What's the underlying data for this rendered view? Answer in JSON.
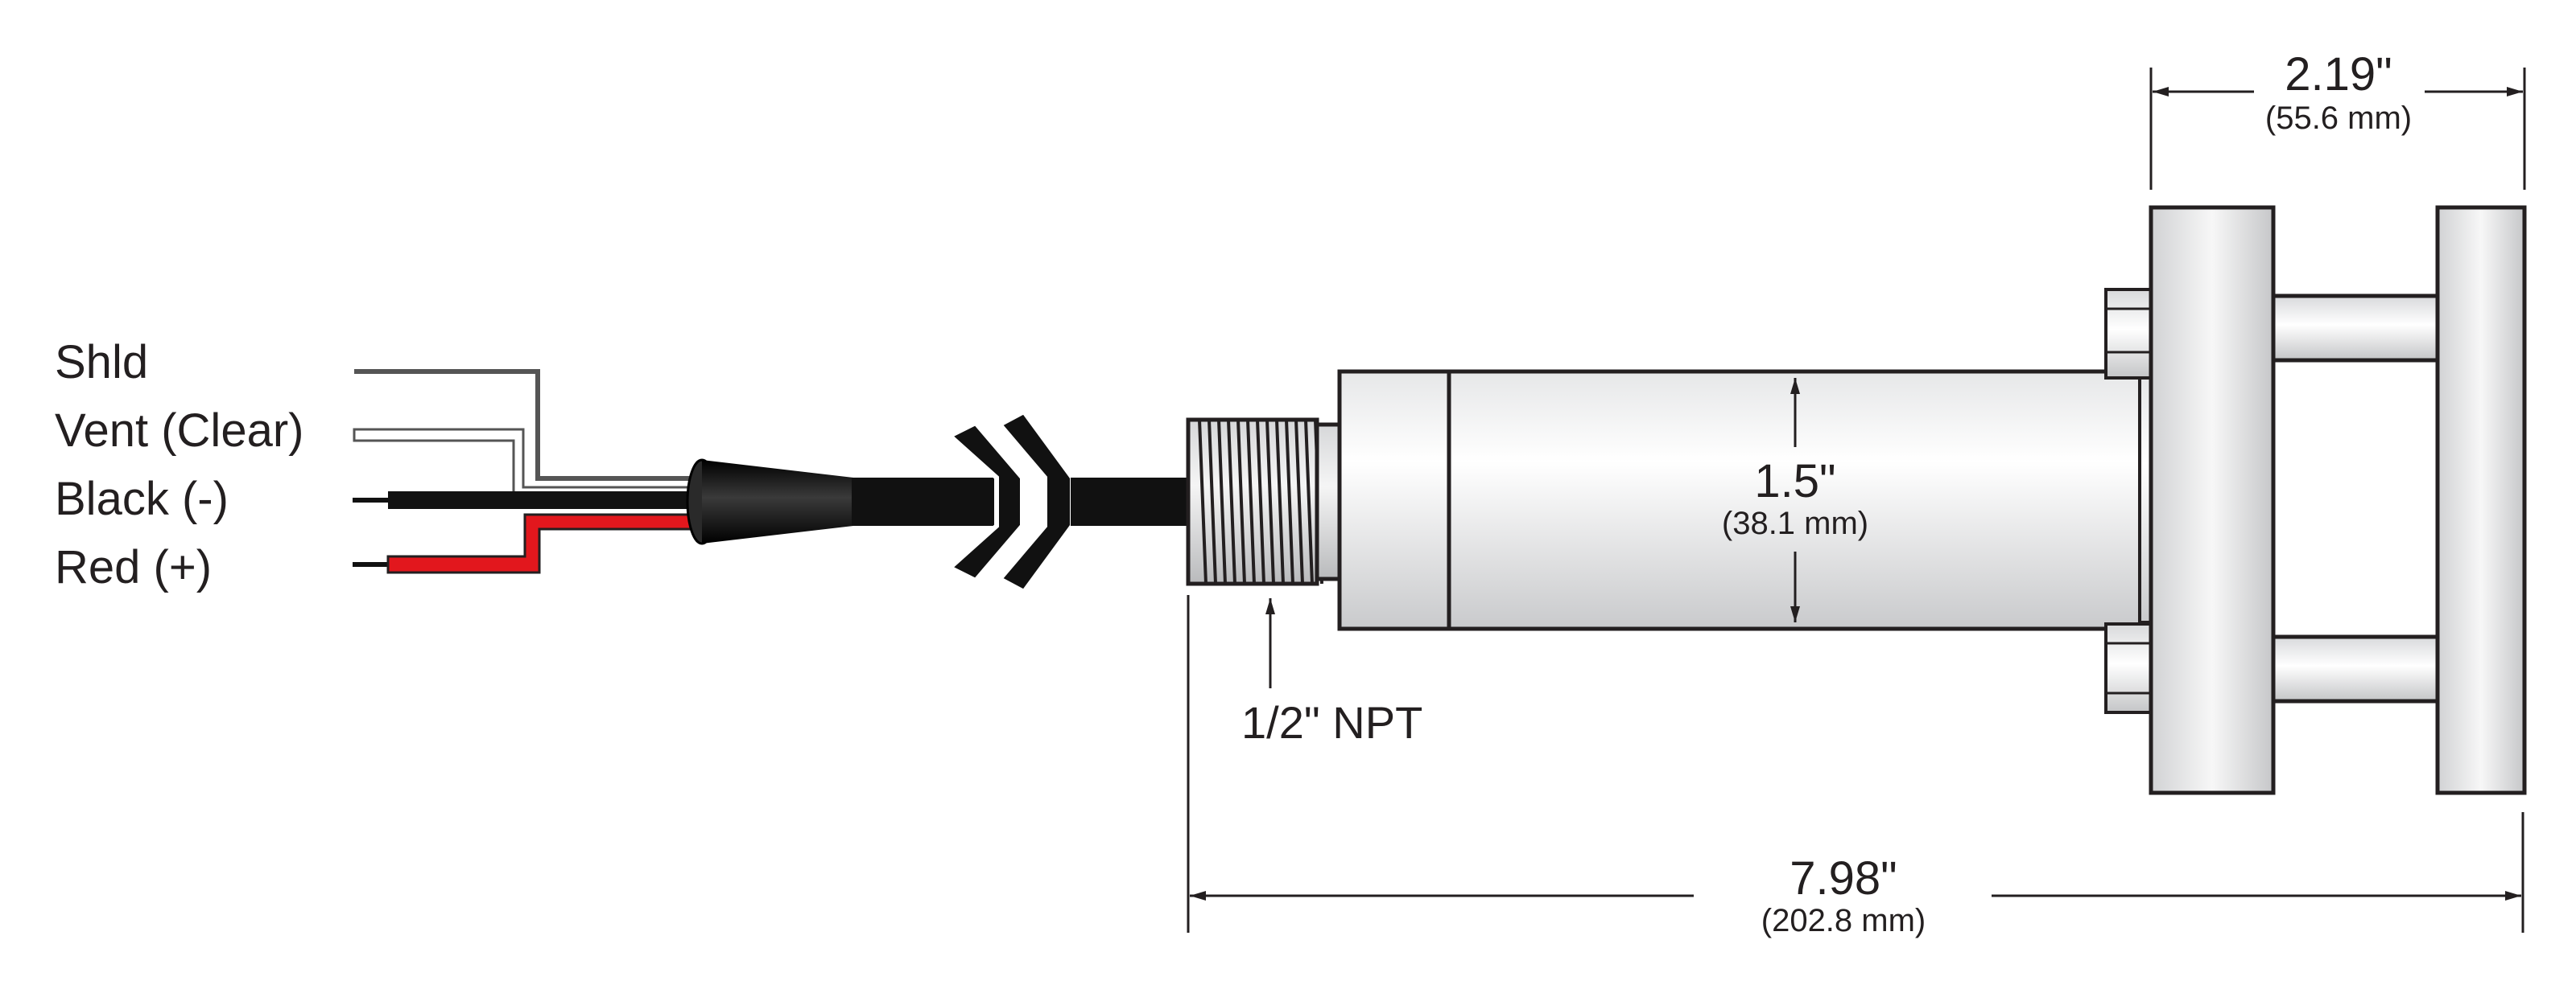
{
  "wires": [
    {
      "label": "Shld",
      "color": "#555555"
    },
    {
      "label": "Vent (Clear)",
      "color": "#ffffff"
    },
    {
      "label": "Black (-)",
      "color": "#111111"
    },
    {
      "label": "Red (+)",
      "color": "#e2171d"
    }
  ],
  "thread": {
    "label": "1/2\" NPT"
  },
  "dimensions": {
    "flange_width": {
      "inches": "2.19\"",
      "mm": "(55.6 mm)"
    },
    "body_diameter": {
      "inches": "1.5\"",
      "mm": "(38.1 mm)"
    },
    "overall_length": {
      "inches": "7.98\"",
      "mm": "(202.8 mm)"
    }
  },
  "colors": {
    "outline": "#231f20",
    "cable": "#111111",
    "body_fill_light": "#f2f2f2",
    "body_fill_dark": "#cfd0d2"
  }
}
